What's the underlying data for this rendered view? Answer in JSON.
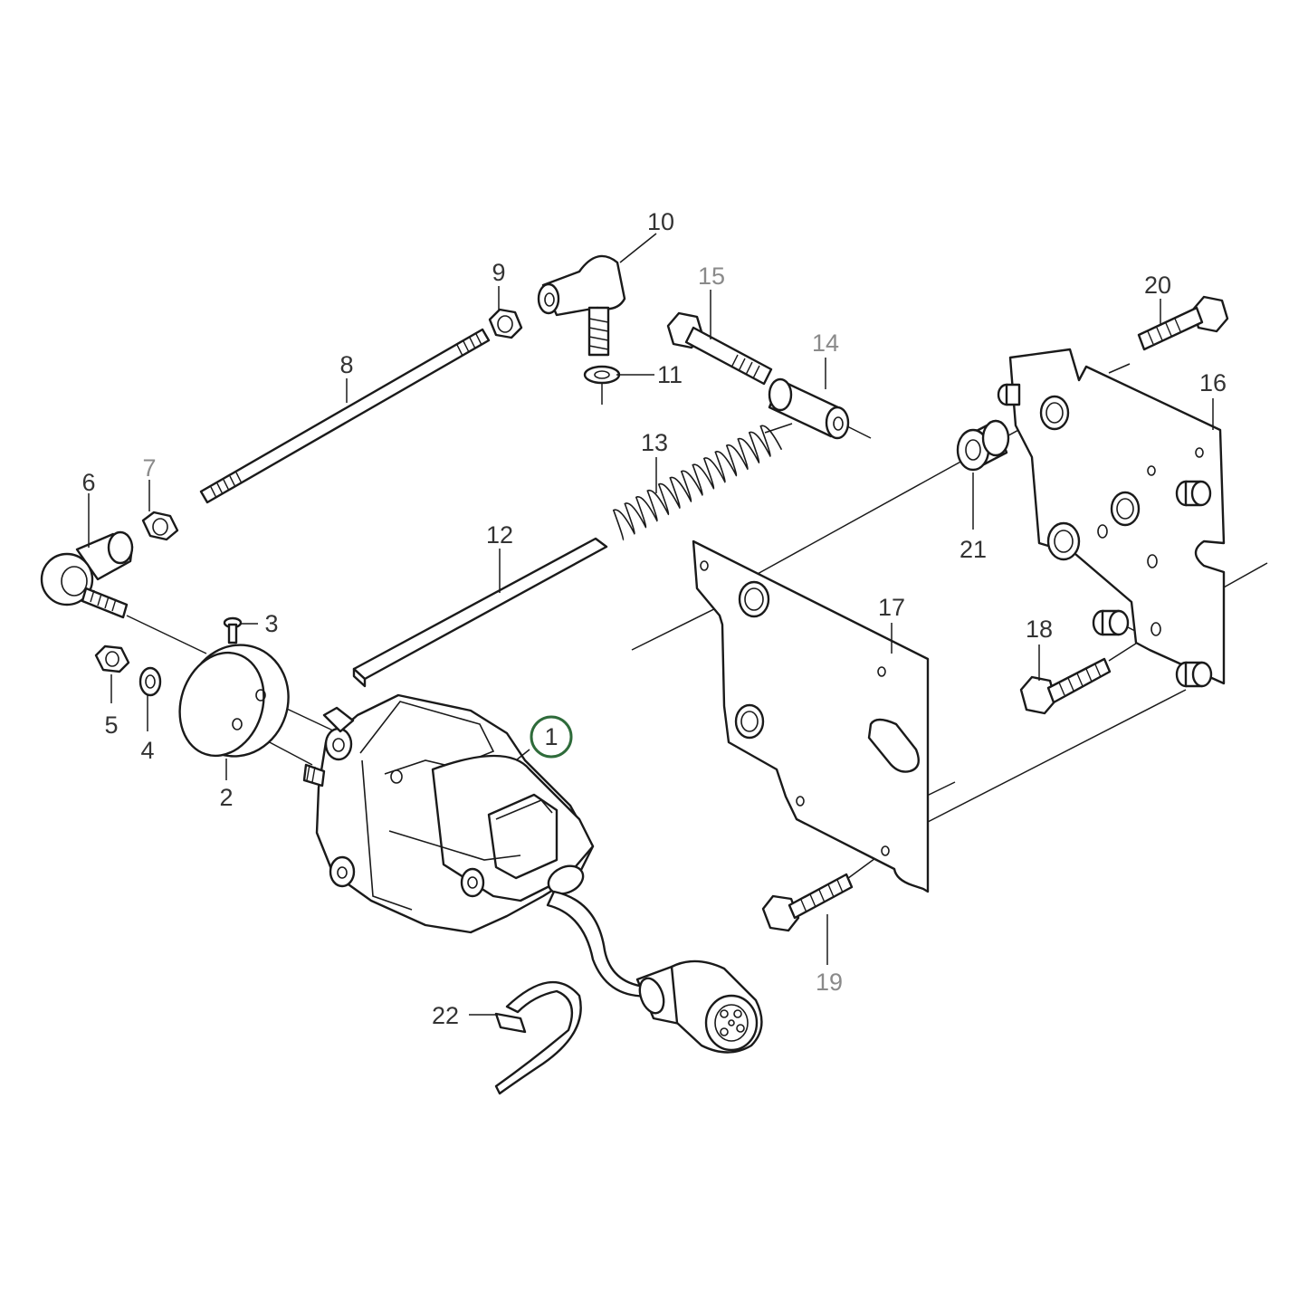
{
  "colors": {
    "line": "#1a1a1a",
    "label": "#333333",
    "label_muted": "#8a8a8a",
    "highlight": "#2e6b3a",
    "background": "#ffffff"
  },
  "callouts": [
    {
      "id": "1",
      "text": "1",
      "highlighted": true
    },
    {
      "id": "2",
      "text": "2"
    },
    {
      "id": "3",
      "text": "3"
    },
    {
      "id": "4",
      "text": "4"
    },
    {
      "id": "5",
      "text": "5"
    },
    {
      "id": "6",
      "text": "6"
    },
    {
      "id": "7",
      "text": "7",
      "muted": true
    },
    {
      "id": "8",
      "text": "8"
    },
    {
      "id": "9",
      "text": "9"
    },
    {
      "id": "10",
      "text": "10"
    },
    {
      "id": "11",
      "text": "11"
    },
    {
      "id": "12",
      "text": "12"
    },
    {
      "id": "13",
      "text": "13"
    },
    {
      "id": "14",
      "text": "14",
      "muted": true
    },
    {
      "id": "15",
      "text": "15",
      "muted": true
    },
    {
      "id": "16",
      "text": "16"
    },
    {
      "id": "17",
      "text": "17"
    },
    {
      "id": "18",
      "text": "18"
    },
    {
      "id": "19",
      "text": "19",
      "muted": true
    },
    {
      "id": "20",
      "text": "20"
    },
    {
      "id": "21",
      "text": "21"
    },
    {
      "id": "22",
      "text": "22"
    }
  ]
}
